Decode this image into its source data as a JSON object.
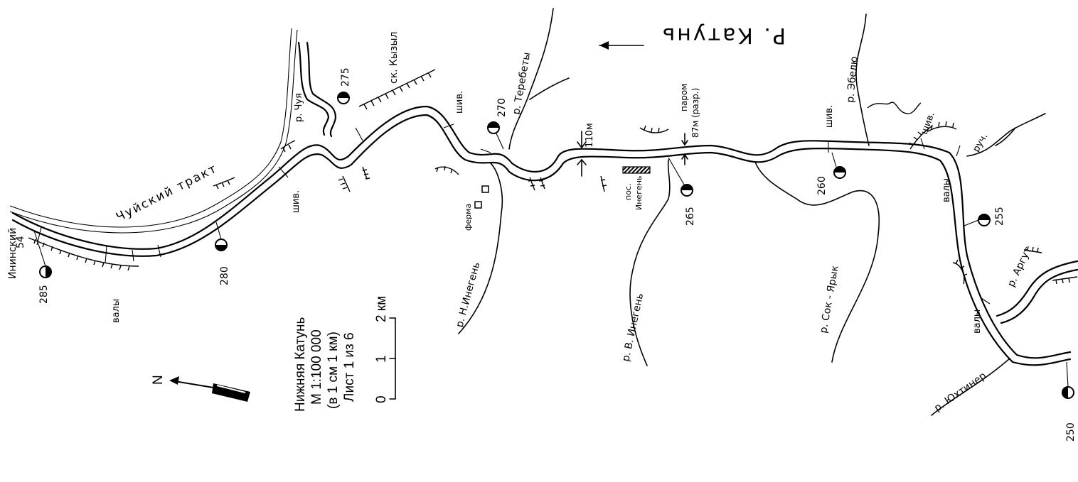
{
  "river_title": "Р. Катунь",
  "river_title_direction": "arrow-left",
  "legend": {
    "line1": "Нижняя Катунь",
    "line2": "М 1:100 000",
    "line3": "(в 1 см 1 км)",
    "line4": "Лист 1 из 6",
    "scale_ticks": [
      "0",
      "1",
      "2 км"
    ],
    "north": "N"
  },
  "tributaries": {
    "chuya": "р. Чуя",
    "terebety": "р. Теребеты",
    "n_inegen": "р. Н.Инегень",
    "v_inegen": "р. В. Инегень",
    "elelyu": "р. Эбелю",
    "sok_yaryk": "р. Сок - Ярык",
    "argut": "р. Аргут",
    "yuhtiner": "р. Юхтинер"
  },
  "places": {
    "ininsky": "Ининский",
    "chuysky_trakt": "Чуйский тракт",
    "sk_kyzyl": "ск. Кызыл",
    "ferma": "ферма",
    "pos_inegen_1": "пос.",
    "pos_inegen_2": "Инегень",
    "ruch": "руч."
  },
  "features": {
    "shiv": "шив.",
    "valy": "валы",
    "width_label": "110м",
    "ferry_1": "паром",
    "ferry_2": "87м (разр.)",
    "km_54": "54"
  },
  "elevations": [
    "285",
    "280",
    "275",
    "270",
    "265",
    "260",
    "255",
    "250"
  ]
}
